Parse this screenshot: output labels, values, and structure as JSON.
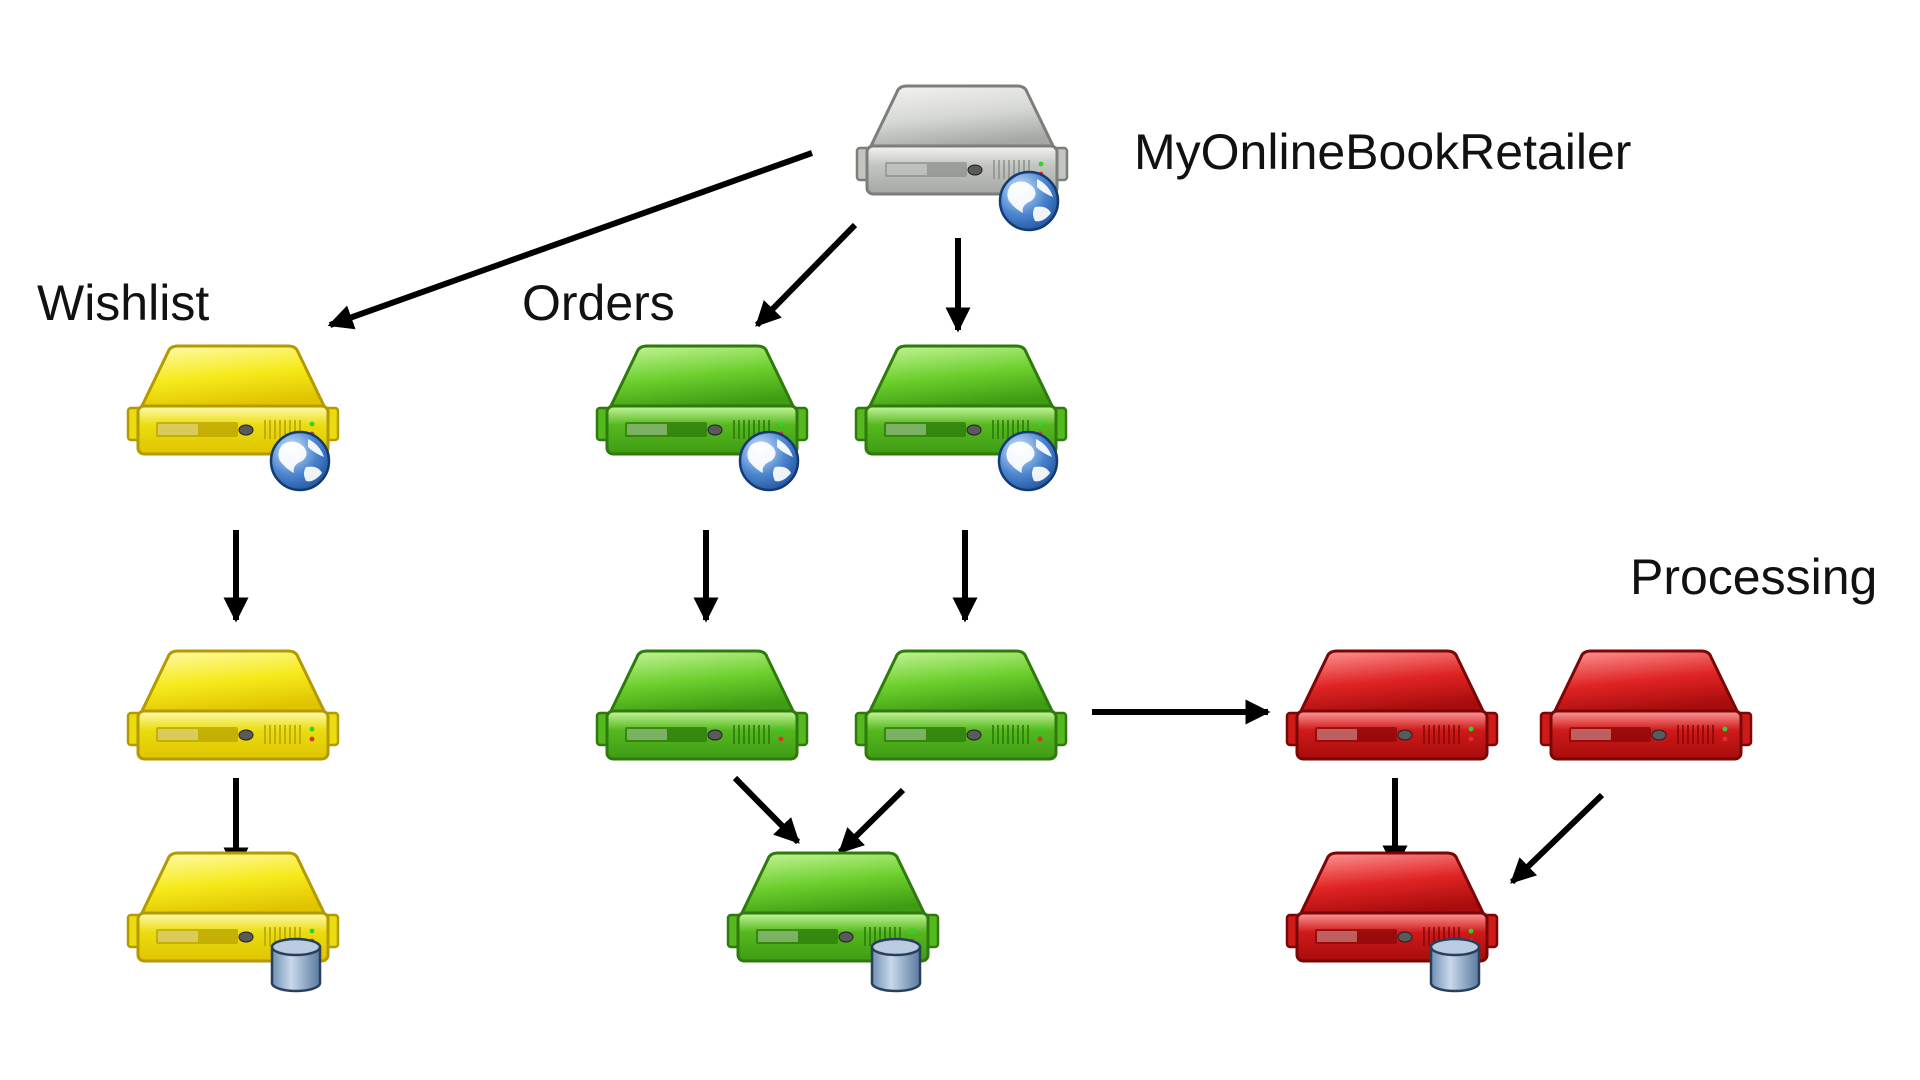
{
  "labels": {
    "root": "MyOnlineBookRetailer",
    "wishlist": "Wishlist",
    "orders": "Orders",
    "processing": "Processing"
  },
  "colors": {
    "gray": "#c9cbc8",
    "yellow": "#f2e600",
    "green": "#5cc522",
    "red": "#d91d1d",
    "arrow": "#000000"
  },
  "servers": [
    {
      "id": "root",
      "color": "gray",
      "badge": "globe-icon"
    },
    {
      "id": "wishlist-web",
      "color": "yellow",
      "badge": "globe-icon"
    },
    {
      "id": "wishlist-app",
      "color": "yellow",
      "badge": ""
    },
    {
      "id": "wishlist-db",
      "color": "yellow",
      "badge": "database-icon"
    },
    {
      "id": "orders-web-1",
      "color": "green",
      "badge": "globe-icon"
    },
    {
      "id": "orders-web-2",
      "color": "green",
      "badge": "globe-icon"
    },
    {
      "id": "orders-app-1",
      "color": "green",
      "badge": ""
    },
    {
      "id": "orders-app-2",
      "color": "green",
      "badge": ""
    },
    {
      "id": "orders-db",
      "color": "green",
      "badge": "database-icon"
    },
    {
      "id": "processing-app-1",
      "color": "red",
      "badge": ""
    },
    {
      "id": "processing-app-2",
      "color": "red",
      "badge": ""
    },
    {
      "id": "processing-db",
      "color": "red",
      "badge": "database-icon"
    }
  ],
  "edges": [
    {
      "from": "root",
      "to": "wishlist-web"
    },
    {
      "from": "root",
      "to": "orders-web-1"
    },
    {
      "from": "root",
      "to": "orders-web-2"
    },
    {
      "from": "wishlist-web",
      "to": "wishlist-app"
    },
    {
      "from": "wishlist-app",
      "to": "wishlist-db"
    },
    {
      "from": "orders-web-1",
      "to": "orders-app-1"
    },
    {
      "from": "orders-web-2",
      "to": "orders-app-2"
    },
    {
      "from": "orders-app-1",
      "to": "orders-db"
    },
    {
      "from": "orders-app-2",
      "to": "orders-db"
    },
    {
      "from": "orders-app-2",
      "to": "processing-app-1"
    },
    {
      "from": "processing-app-1",
      "to": "processing-db"
    },
    {
      "from": "processing-app-2",
      "to": "processing-db"
    }
  ]
}
